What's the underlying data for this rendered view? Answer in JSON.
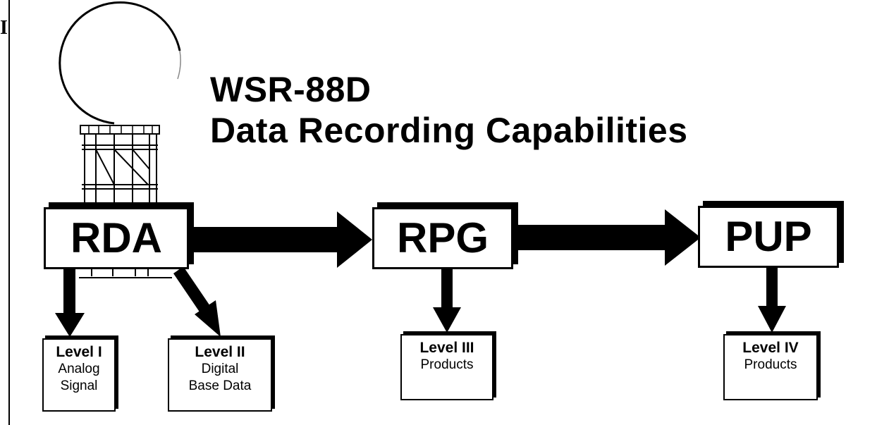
{
  "left_fragment": "I",
  "title": {
    "line1": "WSR-88D",
    "line2": "Data Recording Capabilities"
  },
  "components": {
    "rda": "RDA",
    "rpg": "RPG",
    "pup": "PUP"
  },
  "levels": {
    "level1": {
      "title": "Level I",
      "line1": "Analog",
      "line2": "Signal"
    },
    "level2": {
      "title": "Level II",
      "line1": "Digital",
      "line2": "Base Data"
    },
    "level3": {
      "title": "Level III",
      "line1": "Products"
    },
    "level4": {
      "title": "Level IV",
      "line1": "Products"
    }
  }
}
